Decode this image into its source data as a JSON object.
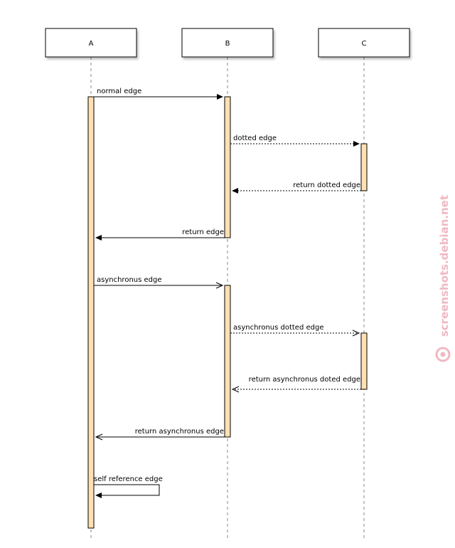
{
  "participants": [
    "A",
    "B",
    "C"
  ],
  "messages": [
    {
      "label": "normal edge",
      "from": "A",
      "to": "B",
      "style": "solid",
      "arrow": "filled"
    },
    {
      "label": "dotted edge",
      "from": "B",
      "to": "C",
      "style": "dotted",
      "arrow": "filled"
    },
    {
      "label": "return dotted edge",
      "from": "C",
      "to": "B",
      "style": "dotted",
      "arrow": "filled"
    },
    {
      "label": "return edge",
      "from": "B",
      "to": "A",
      "style": "solid",
      "arrow": "filled"
    },
    {
      "label": "asynchronus edge",
      "from": "A",
      "to": "B",
      "style": "solid",
      "arrow": "open"
    },
    {
      "label": "asynchronus dotted edge",
      "from": "B",
      "to": "C",
      "style": "dotted",
      "arrow": "open"
    },
    {
      "label": "return asynchronus doted edge",
      "from": "C",
      "to": "B",
      "style": "dotted",
      "arrow": "open"
    },
    {
      "label": "return asynchronus edge",
      "from": "B",
      "to": "A",
      "style": "solid",
      "arrow": "open"
    },
    {
      "label": "self reference edge",
      "from": "A",
      "to": "A",
      "style": "solid",
      "arrow": "filled"
    }
  ],
  "watermark": "screenshots.debian.net",
  "colors": {
    "activation": "#ffe0b0",
    "line": "#000000",
    "lifeline": "#888888",
    "box": "#ffffff",
    "watermark": "#f0b8c2"
  }
}
